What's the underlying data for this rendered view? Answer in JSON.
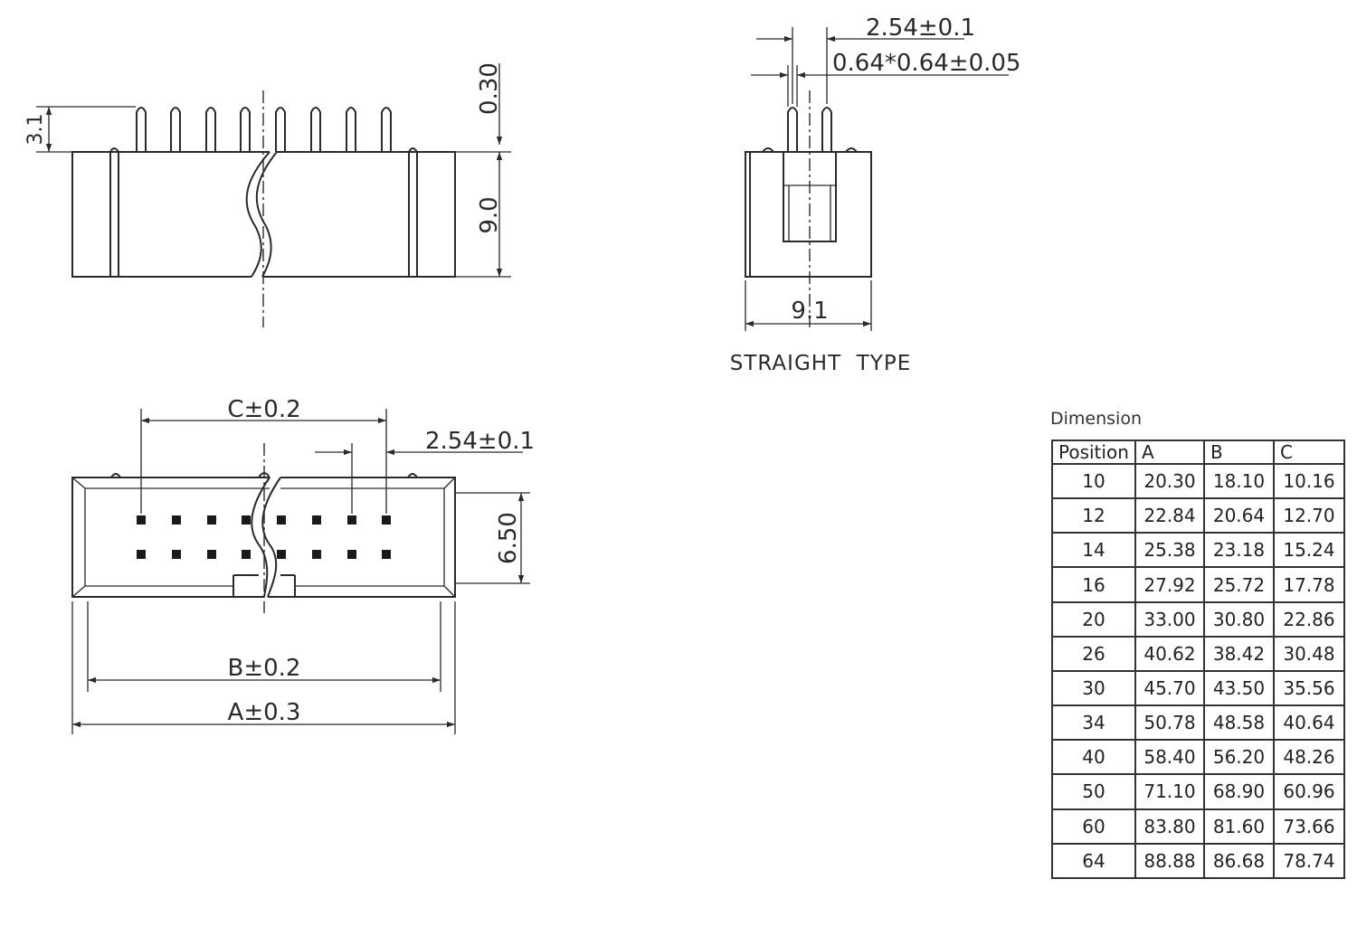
{
  "side_view": {
    "dim_pin_height": "3.1",
    "dim_pin_thickness": "0.30",
    "dim_body_height": "9.0"
  },
  "end_view": {
    "dim_pitch": "2.54±0.1",
    "dim_pin_size": "0.64*0.64±0.05",
    "dim_width": "9.1",
    "type_label": "STRAIGHT  TYPE"
  },
  "top_view": {
    "dim_c": "C±0.2",
    "dim_pitch": "2.54±0.1",
    "dim_row": "6.50",
    "dim_b": "B±0.2",
    "dim_a": "A±0.3"
  },
  "dimension_table": {
    "title": "Dimension",
    "headers": [
      "Position",
      "A",
      "B",
      "C"
    ],
    "rows": [
      [
        "10",
        "20.30",
        "18.10",
        "10.16"
      ],
      [
        "12",
        "22.84",
        "20.64",
        "12.70"
      ],
      [
        "14",
        "25.38",
        "23.18",
        "15.24"
      ],
      [
        "16",
        "27.92",
        "25.72",
        "17.78"
      ],
      [
        "20",
        "33.00",
        "30.80",
        "22.86"
      ],
      [
        "26",
        "40.62",
        "38.42",
        "30.48"
      ],
      [
        "30",
        "45.70",
        "43.50",
        "35.56"
      ],
      [
        "34",
        "50.78",
        "48.58",
        "40.64"
      ],
      [
        "40",
        "58.40",
        "56.20",
        "48.26"
      ],
      [
        "50",
        "71.10",
        "68.90",
        "60.96"
      ],
      [
        "60",
        "83.80",
        "81.60",
        "73.66"
      ],
      [
        "64",
        "88.88",
        "86.68",
        "78.74"
      ]
    ]
  }
}
